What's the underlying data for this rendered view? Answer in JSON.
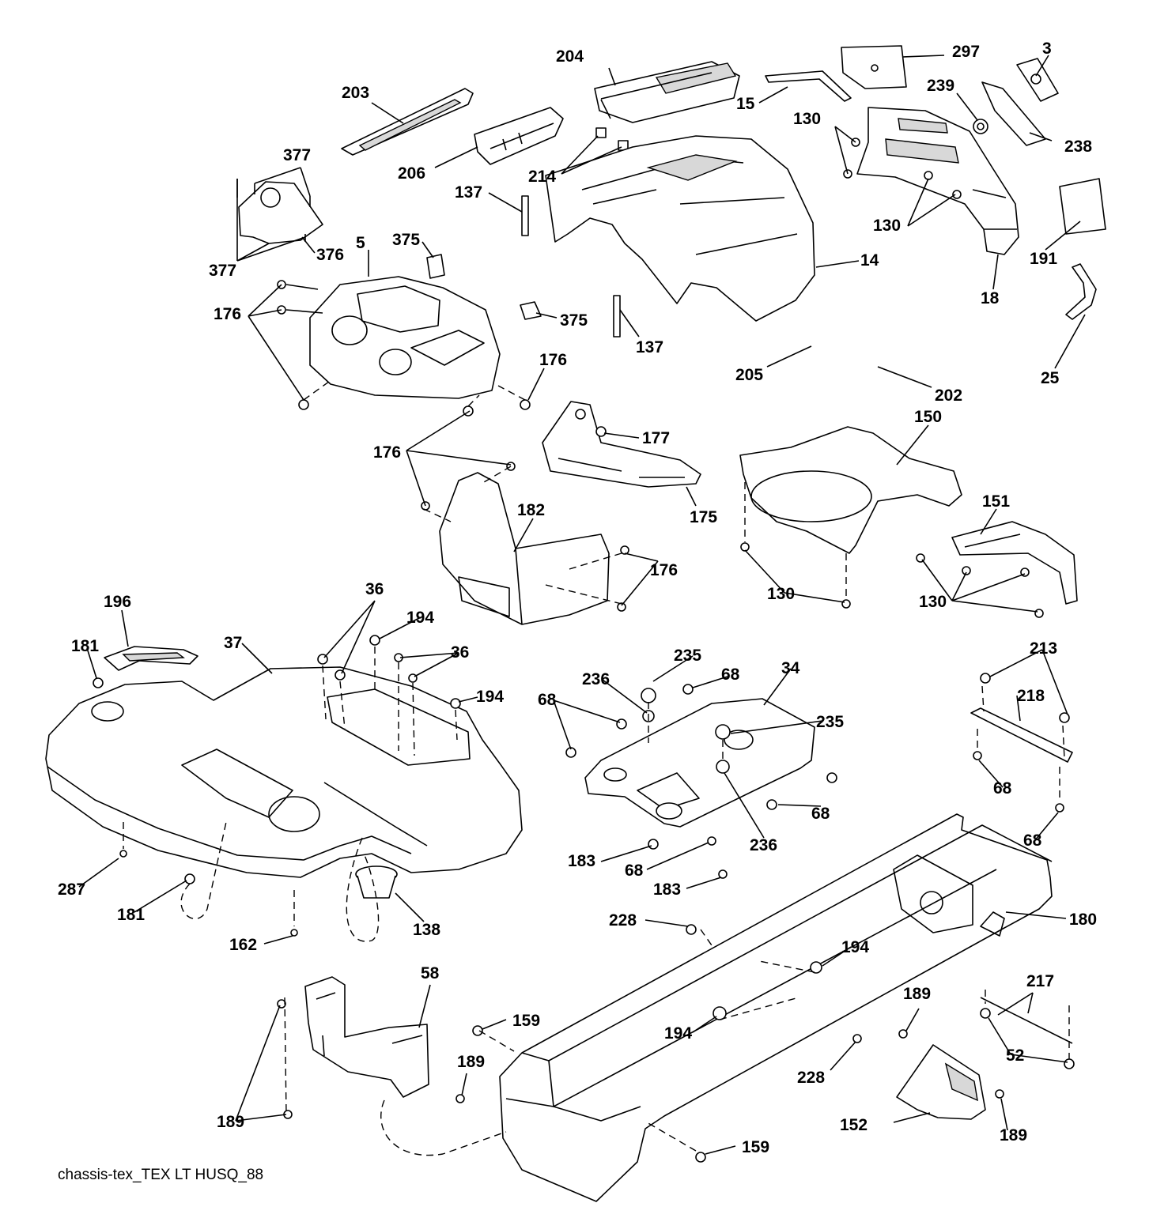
{
  "caption": "chassis-tex_TEX LT HUSQ_88",
  "callouts": {
    "p204": "204",
    "p297": "297",
    "p3": "3",
    "p203": "203",
    "p15": "15",
    "p239": "239",
    "p130a": "130",
    "p238": "238",
    "p206": "206",
    "p214": "214",
    "p377a": "377",
    "p137a": "137",
    "p130b": "130",
    "p14": "14",
    "p191": "191",
    "p377b": "377",
    "p376": "376",
    "p5": "5",
    "p375a": "375",
    "p18": "18",
    "p176a": "176",
    "p375b": "375",
    "p137b": "137",
    "p25": "25",
    "p205": "205",
    "p202": "202",
    "p176b": "176",
    "p150": "150",
    "p177": "177",
    "p176c": "176",
    "p151": "151",
    "p182": "182",
    "p175": "175",
    "p176d": "176",
    "p130c": "130",
    "p130d": "130",
    "p196": "196",
    "p36a": "36",
    "p181a": "181",
    "p37": "37",
    "p194a": "194",
    "p36b": "36",
    "p235a": "235",
    "p213": "213",
    "p236a": "236",
    "p68a": "68",
    "p34": "34",
    "p194b": "194",
    "p218": "218",
    "p68b": "68",
    "p235b": "235",
    "p68c": "68",
    "p68d": "68",
    "p68e": "68",
    "p183a": "183",
    "p236b": "236",
    "p287": "287",
    "p68f": "68",
    "p181b": "181",
    "p183b": "183",
    "p138": "138",
    "p180": "180",
    "p162": "162",
    "p228a": "228",
    "p194c": "194",
    "p58": "58",
    "p217": "217",
    "p189a": "189",
    "p159a": "159",
    "p194d": "194",
    "p189b": "189",
    "p52": "52",
    "p228b": "228",
    "p189c": "189",
    "p152": "152",
    "p189d": "189",
    "p159b": "159"
  }
}
